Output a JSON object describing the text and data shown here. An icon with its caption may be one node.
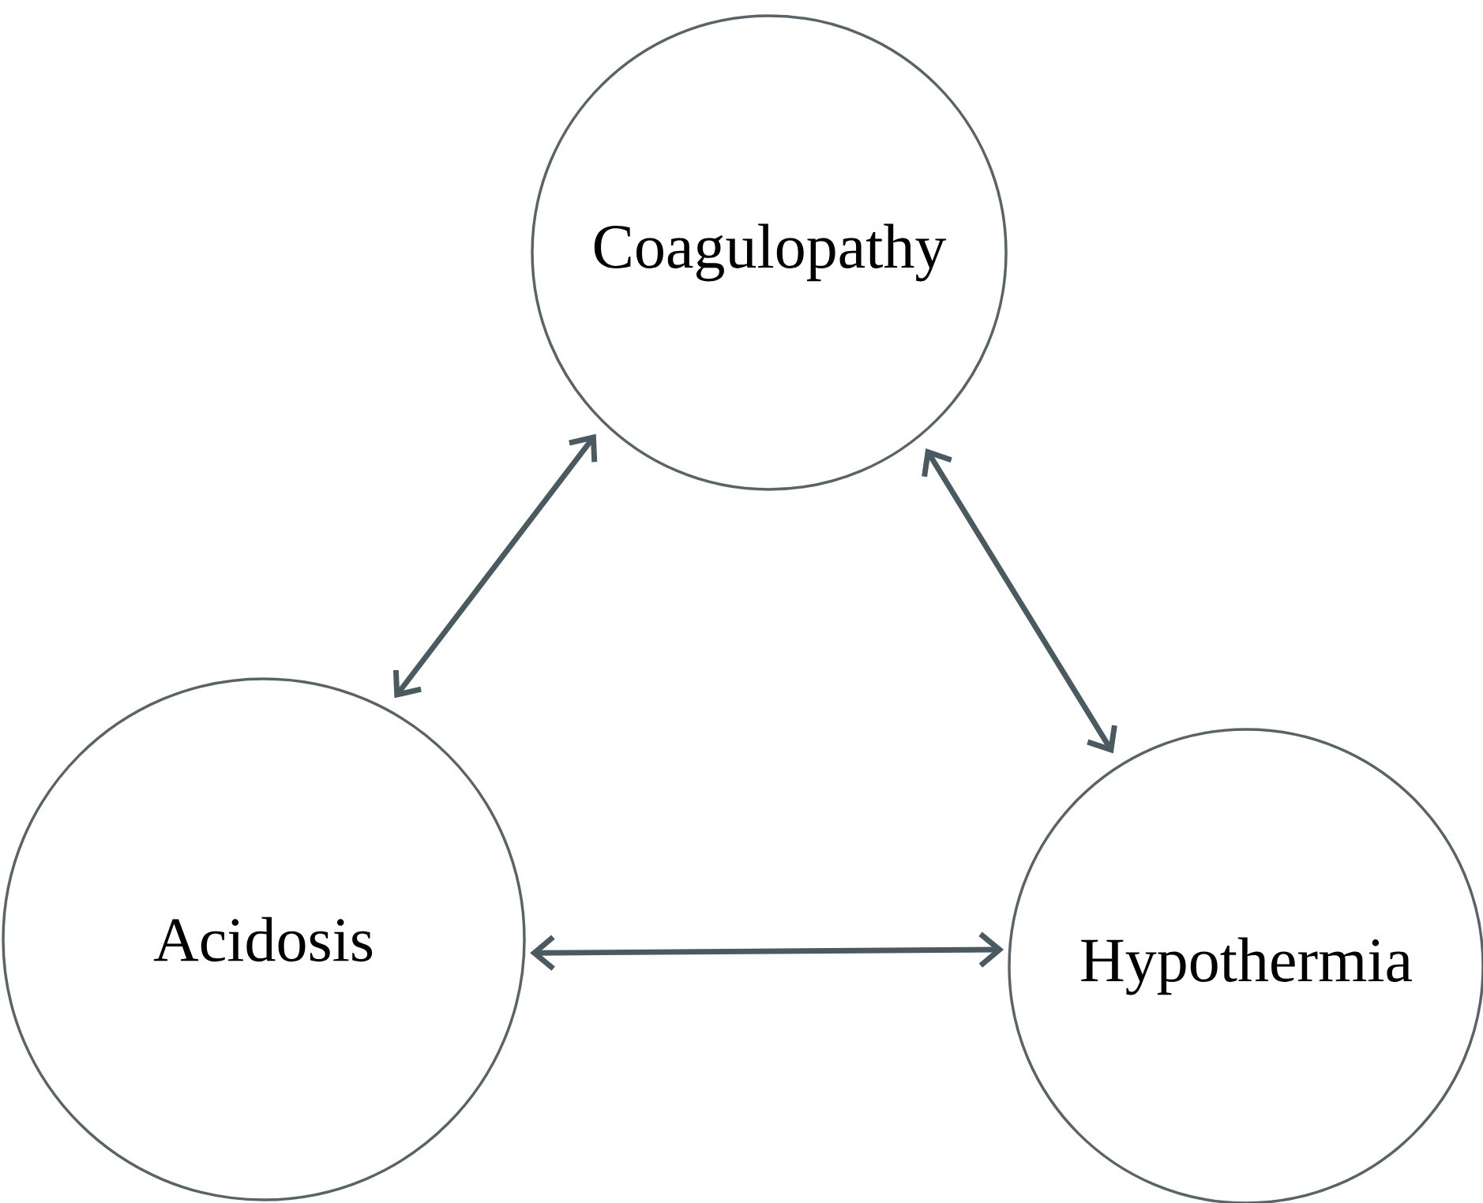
{
  "diagram": {
    "nodes": [
      {
        "text": [
          "Coagulopathy"
        ]
      },
      {
        "text": [
          "Acidosis"
        ]
      },
      {
        "text": [
          "Hypothermia"
        ]
      }
    ],
    "edges": [
      {
        "from": 0,
        "to": 1,
        "arrow": "both"
      },
      {
        "from": 0,
        "to": 2,
        "arrow": "both"
      },
      {
        "from": 1,
        "to": 2,
        "arrow": "both"
      }
    ]
  }
}
